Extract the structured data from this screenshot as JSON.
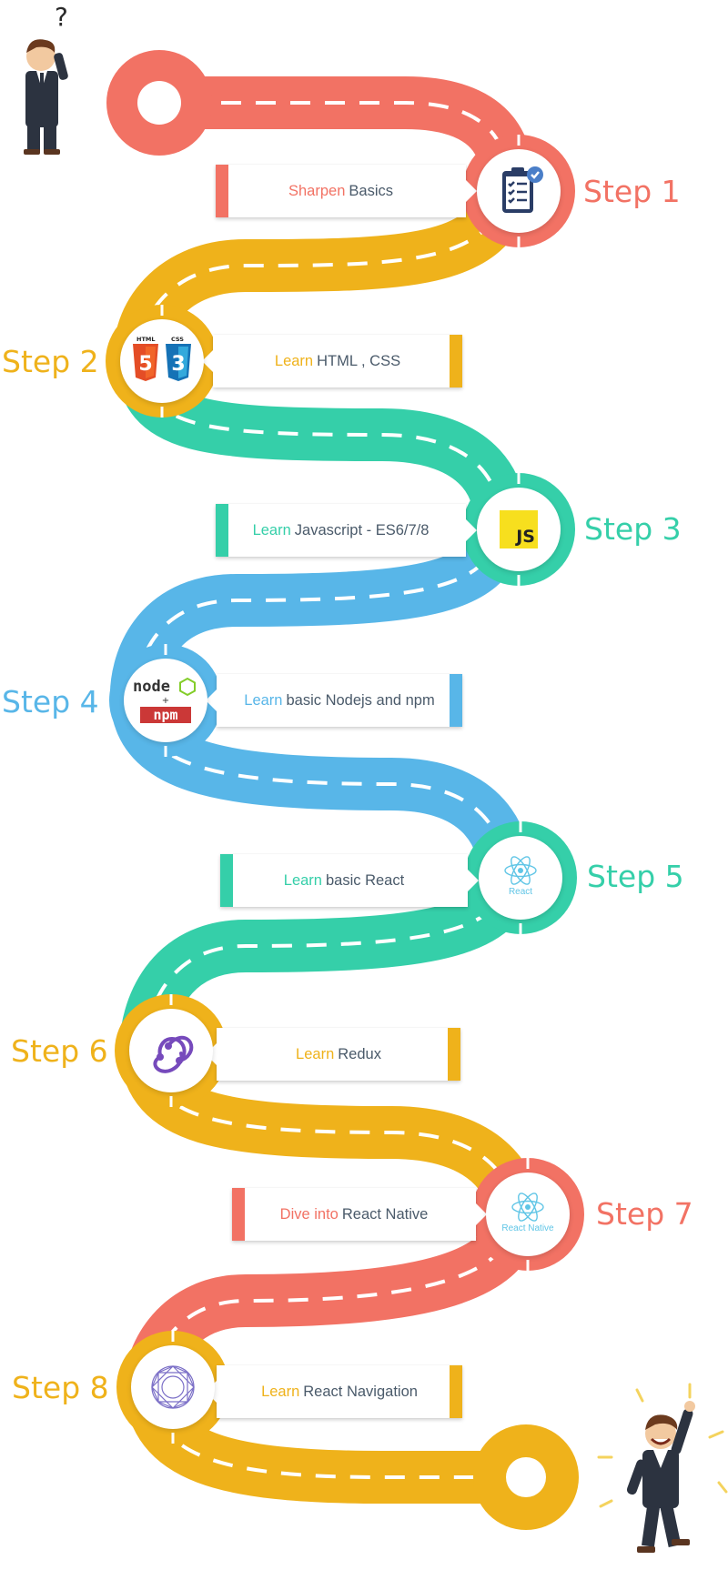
{
  "colors": {
    "red": "#f27264",
    "yellow": "#efb21b",
    "teal": "#35cfa9",
    "blue": "#58b6e8",
    "text": "#4a5a6a"
  },
  "start_marker": {
    "icon": "confused-man-icon",
    "glyph": "?"
  },
  "end_marker": {
    "icon": "celebrating-man-icon"
  },
  "steps": [
    {
      "label": "Step 1",
      "keyword": "Sharpen",
      "rest": "Basics",
      "icon": "clipboard-checklist-icon"
    },
    {
      "label": "Step 2",
      "keyword": "Learn",
      "rest": "HTML , CSS",
      "icon": "html5-css3-icon",
      "icon_text": [
        "HTML",
        "CSS",
        "5",
        "3"
      ]
    },
    {
      "label": "Step 3",
      "keyword": "Learn",
      "rest": "Javascript - ES6/7/8",
      "icon": "javascript-logo-icon",
      "icon_text": "JS"
    },
    {
      "label": "Step 4",
      "keyword": "Learn",
      "rest": "basic Nodejs and npm",
      "icon": "node-npm-icon",
      "icon_text": [
        "node",
        "+",
        "npm"
      ]
    },
    {
      "label": "Step 5",
      "keyword": "Learn",
      "rest": "basic React",
      "icon": "react-logo-icon",
      "icon_text": "React"
    },
    {
      "label": "Step 6",
      "keyword": "Learn",
      "rest": "Redux",
      "icon": "redux-logo-icon"
    },
    {
      "label": "Step 7",
      "keyword": "Dive into",
      "rest": "React Native",
      "icon": "react-native-logo-icon",
      "icon_text": "React Native"
    },
    {
      "label": "Step 8",
      "keyword": "Learn",
      "rest": "React Navigation",
      "icon": "react-navigation-logo-icon"
    }
  ]
}
